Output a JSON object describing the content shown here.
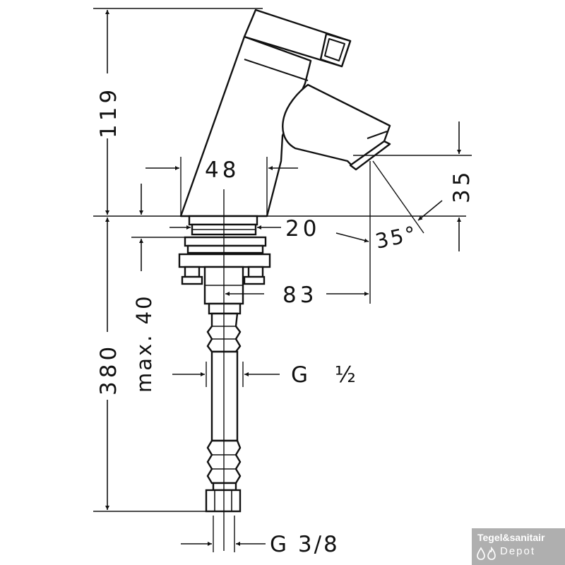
{
  "dimensions": {
    "height_top": "119",
    "height_bottom": "380",
    "body_width": "48",
    "nut_height": "20",
    "max_depth": "max. 40",
    "spout_projection": "83",
    "spout_height": "35",
    "spout_angle": "35°",
    "hose_thread": "G ½",
    "connection_thread": "G 3/8"
  },
  "watermark": {
    "line1": "Tegel&sanitair",
    "line2": "Depot",
    "icons": [
      "drop-icon",
      "flame-icon"
    ]
  }
}
